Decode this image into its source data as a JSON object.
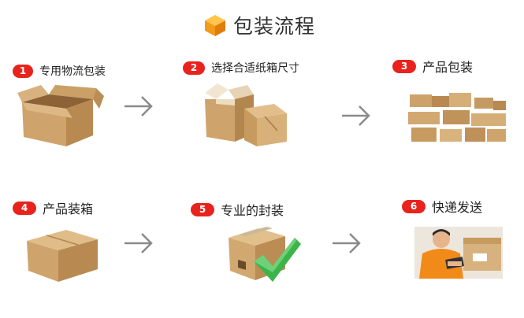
{
  "title": "包装流程",
  "steps": [
    {
      "number": "1",
      "label": "专用物流包装"
    },
    {
      "number": "2",
      "label": "选择合适纸箱尺寸"
    },
    {
      "number": "3",
      "label": "产品包装"
    },
    {
      "number": "4",
      "label": "产品装箱"
    },
    {
      "number": "5",
      "label": "专业的封装"
    },
    {
      "number": "6",
      "label": "快递发送"
    }
  ],
  "colors": {
    "badge": "#e8231e",
    "cardboard": "#c9a06a",
    "arrow": "#8a8a8a",
    "check": "#3bb54a",
    "icon_cube": "#f5a623"
  }
}
